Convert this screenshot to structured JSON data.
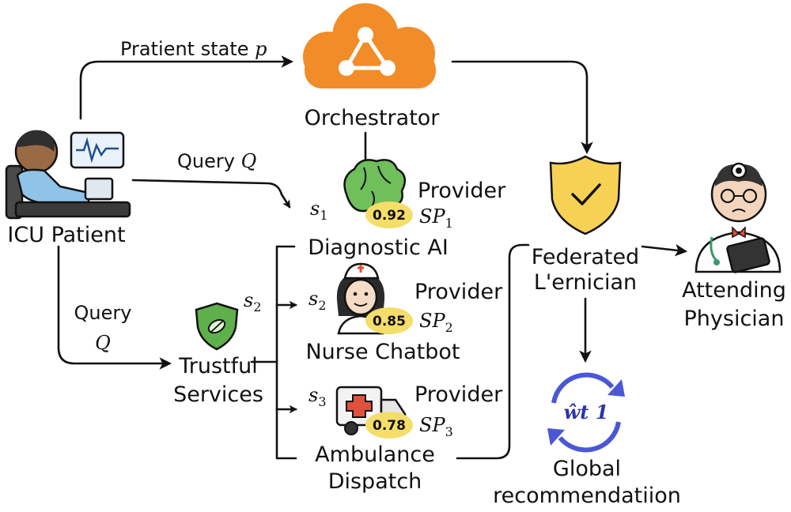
{
  "labels": {
    "patient_state": "Pratient state",
    "patient_state_var": "p",
    "orchestrator": "Orchestrator",
    "query_top": "Query",
    "query_top_var": "Q",
    "icu_patient": "ICU Patient",
    "query_left_1": "Query",
    "query_left_var": "Q",
    "trustful_1": "Trustful",
    "trustful_2": "Services",
    "s2_left": "s",
    "s2_left_sub": "2",
    "federated_1": "Federated",
    "federated_2": "L'ernician",
    "attending_1": "Attending",
    "attending_2": "Physician",
    "global_1": "Global",
    "global_2": "recommendatiion",
    "global_icon_text": "ŵt 1"
  },
  "providers": [
    {
      "s": "s",
      "s_sub": "1",
      "title": "Provider",
      "sp": "SP",
      "sp_sub": "1",
      "score": "0.92",
      "name_1": "Diagnostic AI",
      "name_2": ""
    },
    {
      "s": "s",
      "s_sub": "2",
      "title": "Provider",
      "sp": "SP",
      "sp_sub": "2",
      "score": "0.85",
      "name_1": "Nurse Chatbot",
      "name_2": ""
    },
    {
      "s": "s",
      "s_sub": "3",
      "title": "Provider",
      "sp": "SP",
      "sp_sub": "3",
      "score": "0.78",
      "name_1": "Ambulance",
      "name_2": "Dispatch"
    }
  ],
  "colors": {
    "cloud": "#F28C28",
    "shield_yellow": "#F7D154",
    "score_badge": "#F5DD6A",
    "brain_green": "#6FBF5A",
    "trust_green": "#5DB04A",
    "sync_blue": "#4A57D6",
    "patient_blue": "#8FC3E8",
    "ambulance_red": "#E0503A"
  },
  "icons": [
    "cloud-icon",
    "icu-patient-icon",
    "monitor-icon",
    "brain-icon",
    "nurse-icon",
    "ambulance-icon",
    "trust-shield-icon",
    "federated-shield-icon",
    "physician-icon",
    "sync-icon"
  ]
}
